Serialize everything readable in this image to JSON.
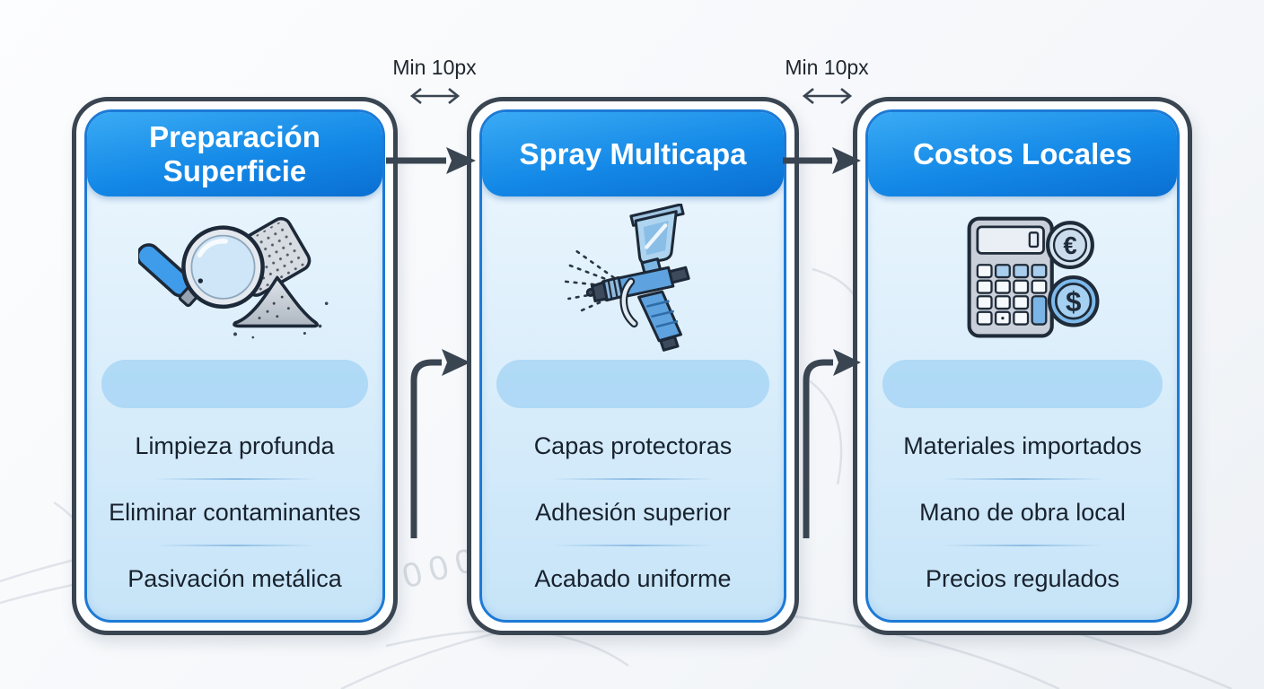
{
  "diagram": {
    "gap_labels": [
      "Min 10px",
      "Min 10px"
    ],
    "cards": [
      {
        "title": "Preparación Superficie",
        "icon": "magnifier-sandpaper-icon",
        "items": [
          "Limpieza profunda",
          "Eliminar contaminantes",
          "Pasivación metálica"
        ]
      },
      {
        "title": "Spray Multicapa",
        "icon": "spray-gun-icon",
        "items": [
          "Capas protectoras",
          "Adhesión superior",
          "Acabado uniforme"
        ]
      },
      {
        "title": "Costos Locales",
        "icon": "calculator-coins-icon",
        "items": [
          "Materiales importados",
          "Mano de obra local",
          "Precios regulados"
        ]
      }
    ],
    "background_artifact": "000"
  },
  "colors": {
    "outline": "#3a4552",
    "arrow": "#3a4552",
    "header_top": "#3aabf4",
    "header_bottom": "#0a6fd2",
    "card_border": "#1d7ad6",
    "card_bg_top": "#eef7fe",
    "card_bg_bottom": "#c6e4f8",
    "pill": "#90cbf3",
    "item_text": "#18222e",
    "label_text": "#1f262e"
  }
}
